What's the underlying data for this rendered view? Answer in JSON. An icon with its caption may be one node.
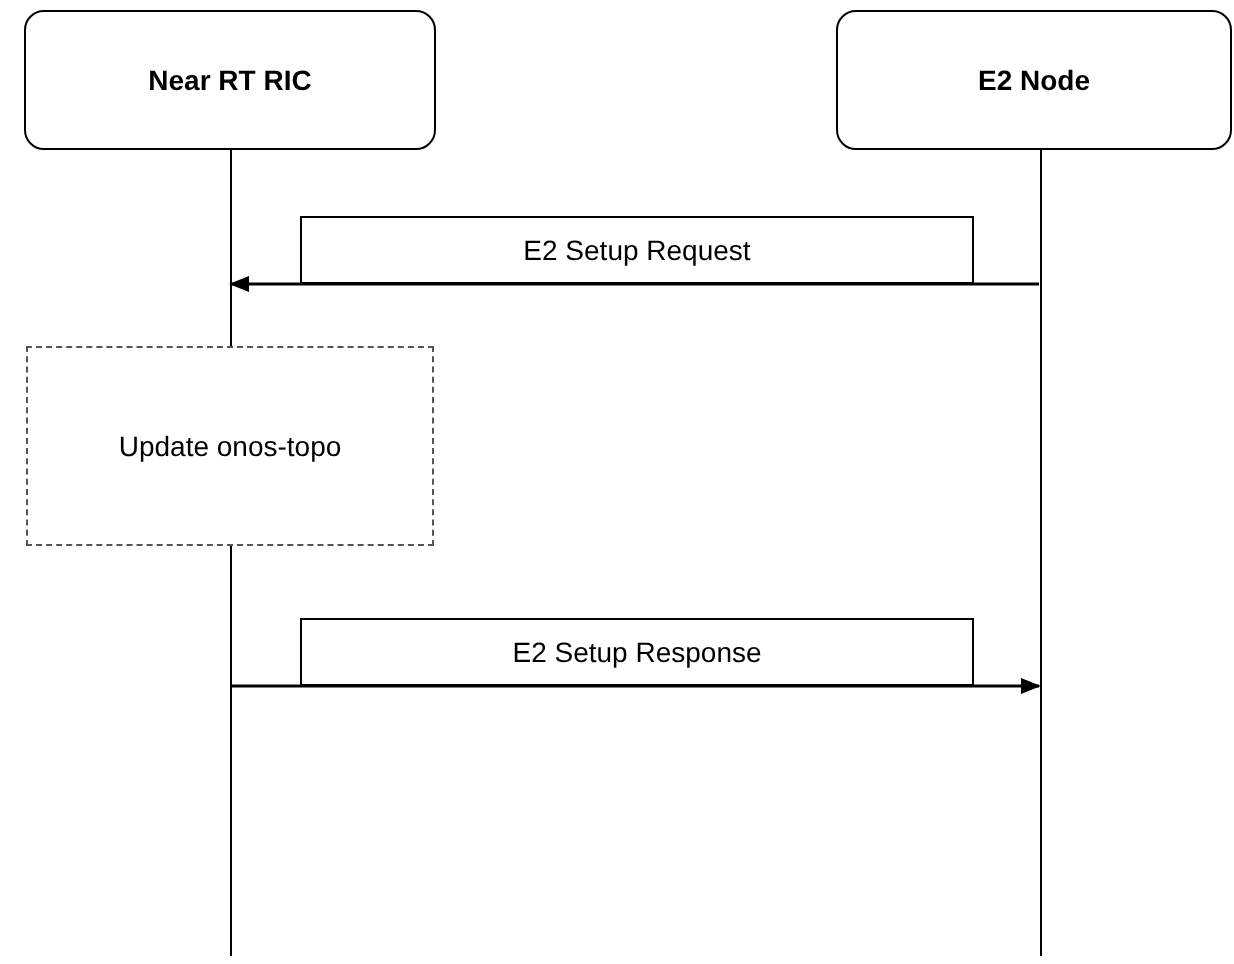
{
  "diagram": {
    "nodes": [
      {
        "text": [
          "Near RT RIC"
        ]
      },
      {
        "text": [
          "E2 Node"
        ]
      },
      {
        "text": [],
        "shape": "line"
      },
      {
        "text": [],
        "shape": "line"
      },
      {
        "text": [],
        "shape": "line"
      },
      {
        "text": [
          "Update onos-topo"
        ]
      }
    ],
    "edges": [
      {
        "from": 4,
        "to": 2,
        "arrow": "to",
        "label": "E2 Setup Request"
      },
      {
        "from": 3,
        "to": 4,
        "arrow": "to",
        "label": "E2 Setup Response"
      }
    ]
  }
}
